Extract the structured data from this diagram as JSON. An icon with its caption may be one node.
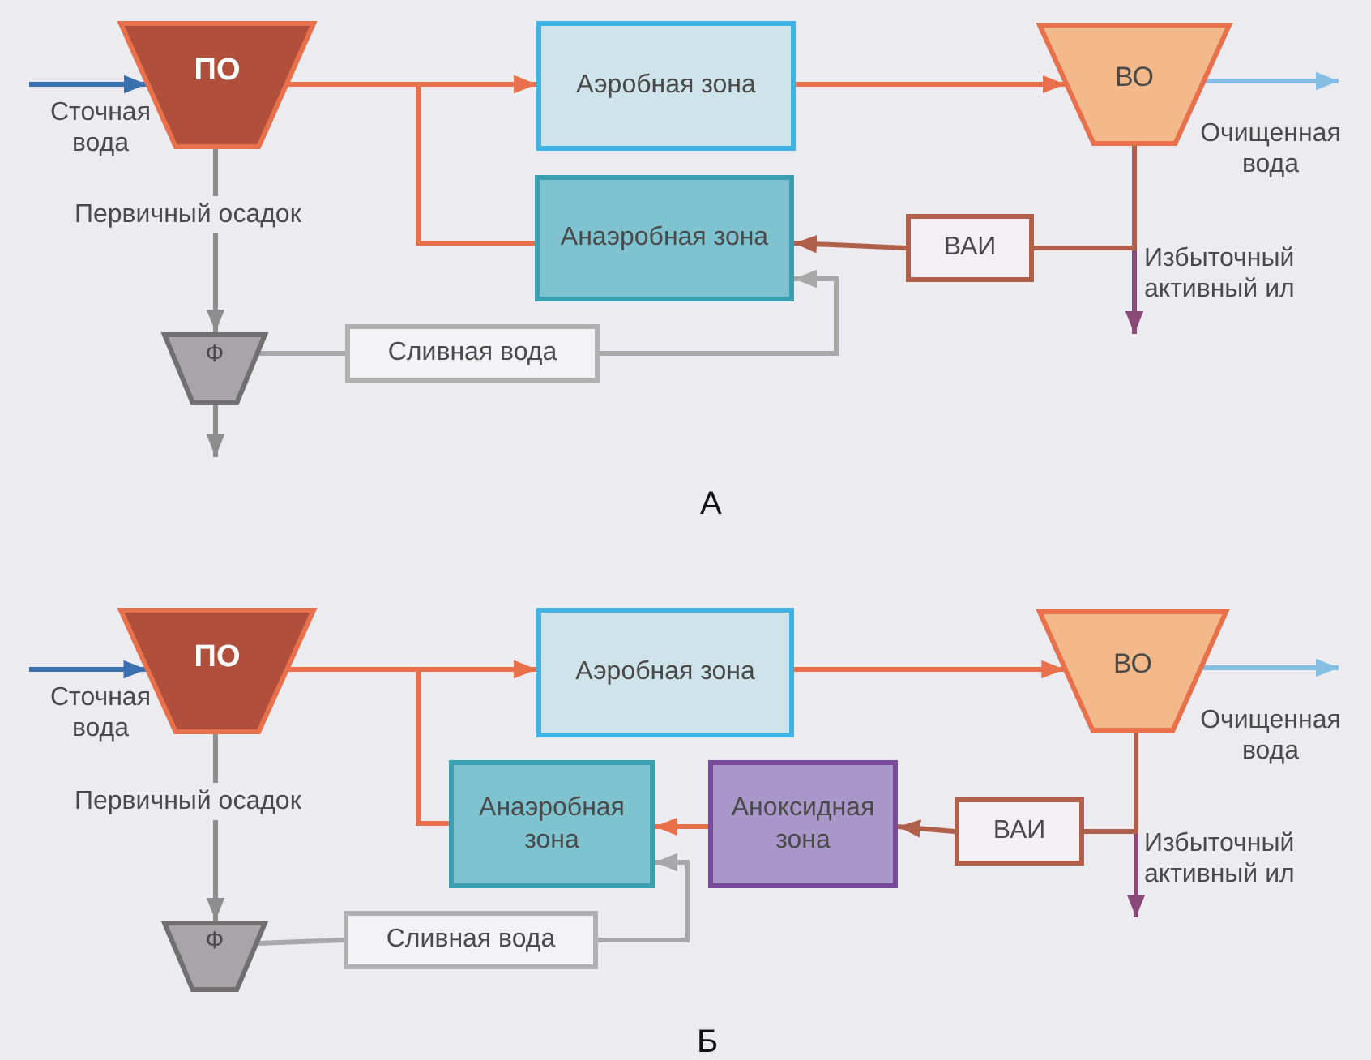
{
  "diagram": {
    "nodes": [
      {
        "text": [
          "ПО"
        ]
      },
      {
        "text": [
          "Аэробная зона"
        ]
      },
      {
        "text": [
          "ВО"
        ]
      },
      {
        "text": [
          "Анаэробная зона"
        ]
      },
      {
        "text": [
          "ВАИ"
        ]
      },
      {
        "text": [
          "Ф"
        ]
      },
      {
        "text": [
          "Сливная вода"
        ]
      },
      {
        "text": [
          "ПО"
        ]
      },
      {
        "text": [
          "Аэробная зона"
        ]
      },
      {
        "text": [
          "ВО"
        ]
      },
      {
        "text": [
          "Анаэробная зона"
        ]
      },
      {
        "text": [
          "Аноксидная зона"
        ]
      },
      {
        "text": [
          "ВАИ"
        ]
      },
      {
        "text": [
          "Ф"
        ]
      },
      {
        "text": [
          "Сливная вода"
        ]
      }
    ],
    "edges": [
      {
        "from": null,
        "to": 0,
        "arrow": "to",
        "label": "Сточная вода",
        "color": "#3a6fb0"
      },
      {
        "from": 0,
        "to": 1,
        "arrow": "to"
      },
      {
        "from": 3,
        "to": 1,
        "arrow": "to"
      },
      {
        "from": 1,
        "to": 2,
        "arrow": "to"
      },
      {
        "from": 2,
        "to": null,
        "arrow": "to",
        "label": "Очищенная вода",
        "color": "#86bde3"
      },
      {
        "from": 2,
        "to": null,
        "arrow": "to",
        "label": "Избыточный активный ил",
        "color": "#8a4a78"
      },
      {
        "from": 2,
        "to": 4,
        "arrow": "none",
        "color": "#b0604a"
      },
      {
        "from": 4,
        "to": 3,
        "arrow": "to",
        "color": "#b0604a"
      },
      {
        "from": 0,
        "to": 5,
        "arrow": "to",
        "label": "Первичный осадок",
        "color": "#8e8e8e"
      },
      {
        "from": 5,
        "to": 6,
        "arrow": "none",
        "color": "#a8a8a8"
      },
      {
        "from": 6,
        "to": 3,
        "arrow": "to",
        "color": "#a8a8a8"
      },
      {
        "from": 5,
        "to": null,
        "arrow": "to",
        "color": "#8e8e8e"
      },
      {
        "from": null,
        "to": 7,
        "arrow": "to",
        "label": "Сточная вода",
        "color": "#3a6fb0"
      },
      {
        "from": 7,
        "to": 8,
        "arrow": "to"
      },
      {
        "from": 10,
        "to": 8,
        "arrow": "to"
      },
      {
        "from": 8,
        "to": 9,
        "arrow": "to"
      },
      {
        "from": 9,
        "to": null,
        "arrow": "to",
        "label": "Очищенная вода",
        "color": "#86bde3"
      },
      {
        "from": 9,
        "to": null,
        "arrow": "to",
        "label": "Избыточный активный ил",
        "color": "#8a4a78"
      },
      {
        "from": 9,
        "to": 12,
        "arrow": "none",
        "color": "#b0604a"
      },
      {
        "from": 12,
        "to": 11,
        "arrow": "to",
        "color": "#b0604a"
      },
      {
        "from": 11,
        "to": 10,
        "arrow": "to"
      },
      {
        "from": 7,
        "to": 13,
        "arrow": "to",
        "label": "Первичный осадок",
        "color": "#8e8e8e"
      },
      {
        "from": 13,
        "to": 14,
        "arrow": "none",
        "color": "#a8a8a8"
      },
      {
        "from": 14,
        "to": 10,
        "arrow": "to",
        "color": "#a8a8a8"
      }
    ],
    "labels": [
      "А",
      "Б"
    ]
  }
}
